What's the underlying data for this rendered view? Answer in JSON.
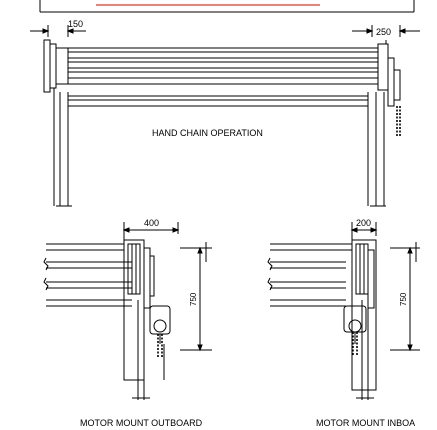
{
  "top_view": {
    "dim_left": "150",
    "dim_right": "250",
    "caption": "HAND CHAIN OPERATION"
  },
  "outboard_view": {
    "dim_width": "400",
    "dim_height": "750",
    "caption": "MOTOR MOUNT OUTBOARD"
  },
  "inboard_view": {
    "dim_width": "200",
    "dim_height": "750",
    "caption": "MOTOR MOUNT INBOA"
  },
  "colors": {
    "line": "#000000",
    "accent_red": "#e03030"
  }
}
